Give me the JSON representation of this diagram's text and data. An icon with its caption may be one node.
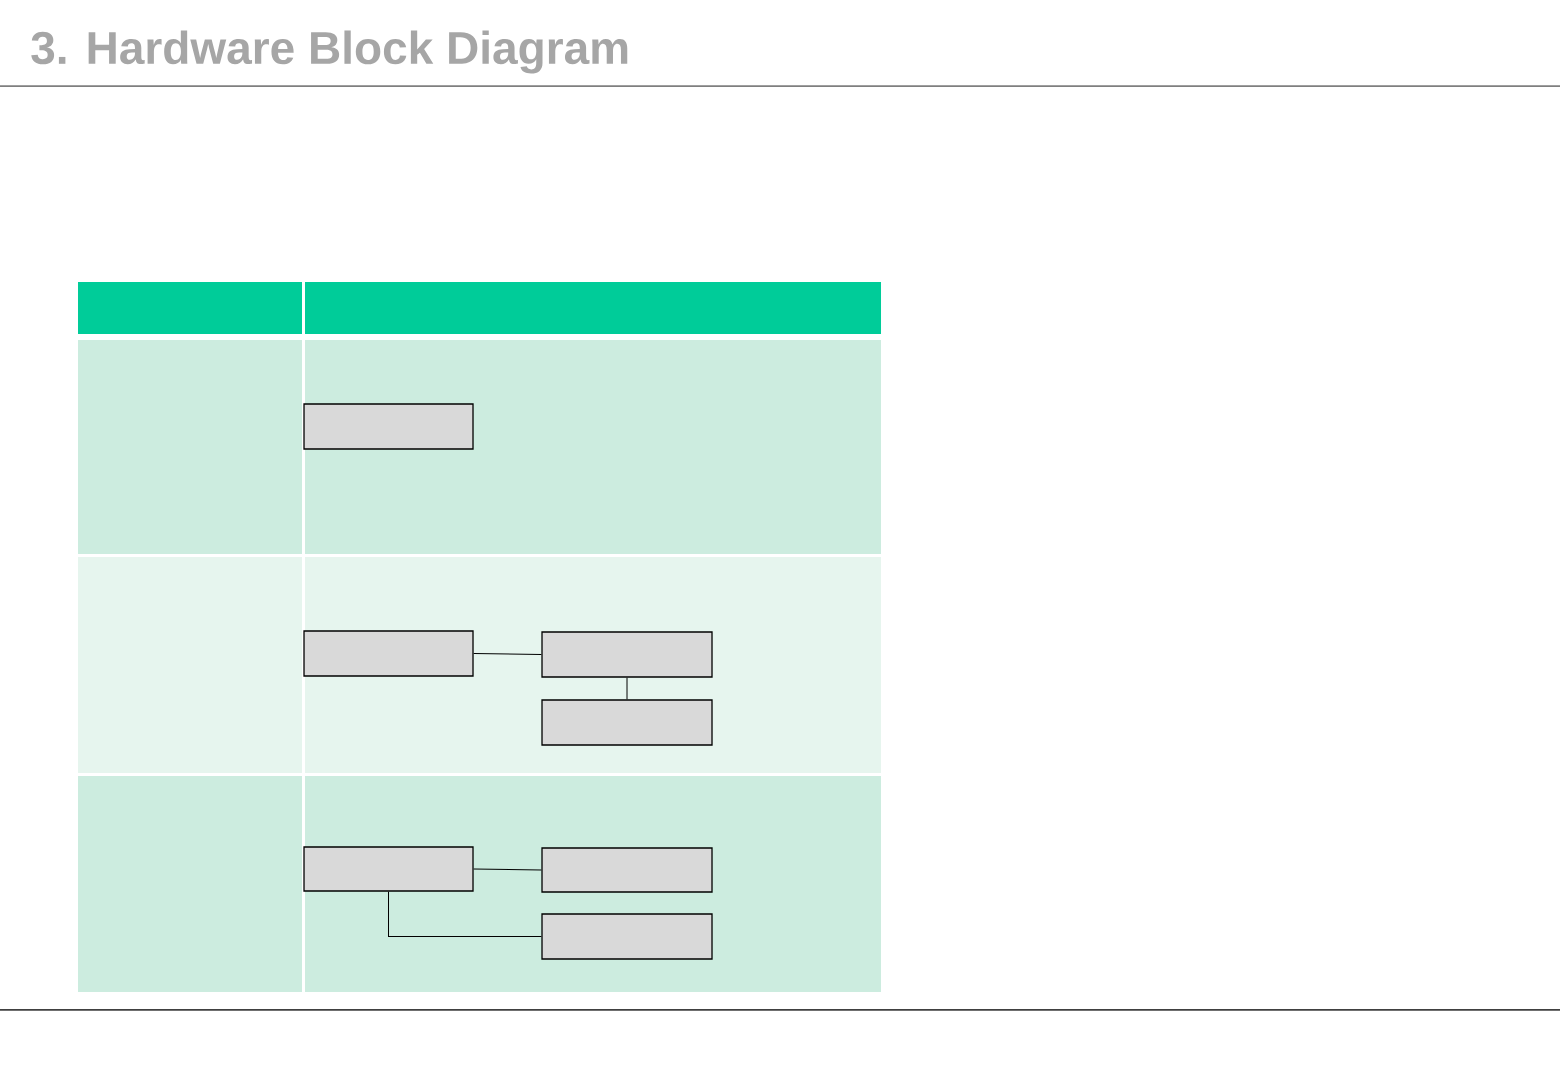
{
  "diagram": {
    "title": "3. Hardware Block Diagram",
    "nodes": [
      {
        "text": [],
        "shape": "box"
      },
      {
        "text": [],
        "shape": "box"
      },
      {
        "text": [],
        "shape": "box"
      },
      {
        "text": [],
        "shape": "box"
      },
      {
        "text": [],
        "shape": "box"
      },
      {
        "text": [],
        "shape": "box"
      },
      {
        "text": [],
        "shape": "box"
      }
    ],
    "edges": [
      {
        "from": 1,
        "to": 2,
        "arrow": "none"
      },
      {
        "from": 2,
        "to": 3,
        "arrow": "none"
      },
      {
        "from": 4,
        "to": 5,
        "arrow": "none"
      },
      {
        "from": 4,
        "to": 6,
        "arrow": "none"
      }
    ]
  }
}
